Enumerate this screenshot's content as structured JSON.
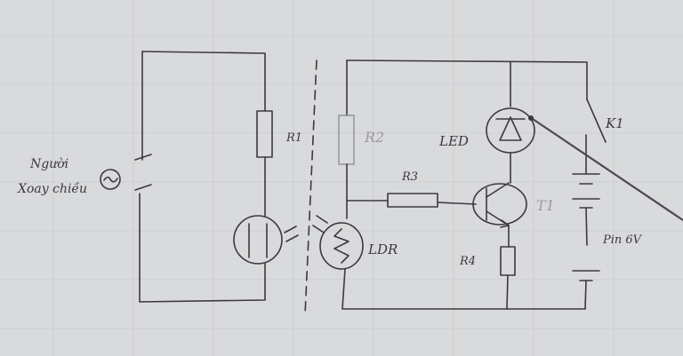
{
  "labels": {
    "source_line1": "Người",
    "source_line2": "Xoay chiều",
    "r1": "R1",
    "r2": "R2",
    "r3": "R3",
    "r4": "R4",
    "led": "LED",
    "ldr": "LDR",
    "t1": "T1",
    "k1": "K1",
    "battery": "Pin 6V"
  },
  "colors": {
    "board": "#d9dadb",
    "ink": "#3a3a3e",
    "grid": "#c9cacd"
  }
}
